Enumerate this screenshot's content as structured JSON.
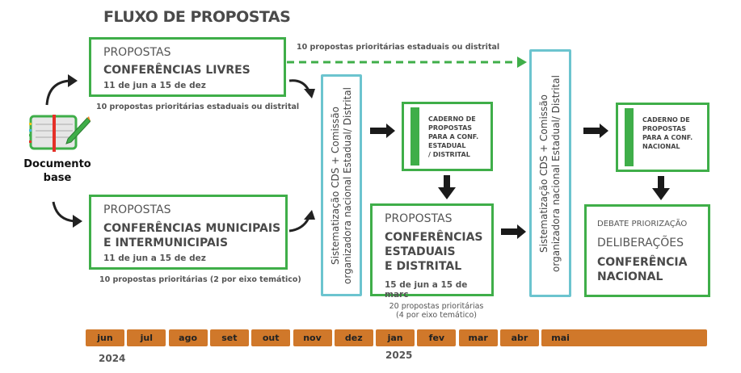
{
  "title": "FLUXO DE PROPOSTAS",
  "documento_base": {
    "line1": "Documento",
    "line2": "base",
    "icon": "notebook-pencil-icon"
  },
  "livres": {
    "label": "PROPOSTAS",
    "name": "CONFERÊNCIAS LIVRES",
    "date": "11 de jun a 15 de dez",
    "note": "10 propostas prioritárias estaduais ou distrital"
  },
  "dashed_note": "10 propostas prioritárias estaduais ou distrital",
  "municipais": {
    "label": "PROPOSTAS",
    "name1": "CONFERÊNCIAS MUNICIPAIS",
    "name2": "E INTERMUNICIPAIS",
    "date": "11 de jun a 15 de dez",
    "note": "10 propostas prioritárias (2 por eixo temático)"
  },
  "sistematizacao1": {
    "line1": "Sistematização CDS + Comissão",
    "line2": "organizadora nacional Estadual/ Distrital"
  },
  "sistematizacao2": {
    "line1": "Sistematização CDS + Comissão",
    "line2": "organizadora nacional Estadual/ Distrital"
  },
  "caderno_estadual": {
    "l1": "CADERNO DE",
    "l2": "PROPOSTAS",
    "l3": "PARA A CONF.",
    "l4": "ESTADUAL",
    "l5": "/ DISTRITAL"
  },
  "estaduais": {
    "label": "PROPOSTAS",
    "n1": "CONFERÊNCIAS",
    "n2": "ESTADUAIS",
    "n3": "E DISTRITAL",
    "date": "15 de jun a 15 de marc",
    "note1": "20 propostas prioritárias",
    "note2": "(4 por eixo temático)"
  },
  "caderno_nacional": {
    "l1": "CADERNO DE",
    "l2": "PROPOSTAS",
    "l3": "PARA A CONF.",
    "l4": "NACIONAL"
  },
  "nacional": {
    "debate": "DEBATE PRIORIZAÇÃO",
    "deliberacoes": "DELIBERAÇÕES",
    "n1": "CONFERÊNCIA",
    "n2": "NACIONAL"
  },
  "timeline": {
    "months": [
      "jun",
      "jul",
      "ago",
      "set",
      "out",
      "nov",
      "dez",
      "jan",
      "fev",
      "mar",
      "abr",
      "mai"
    ],
    "years": [
      "2024",
      "2025"
    ]
  },
  "colors": {
    "green": "#3fae49",
    "teal": "#6cc4cf",
    "orange": "#d0782a"
  }
}
